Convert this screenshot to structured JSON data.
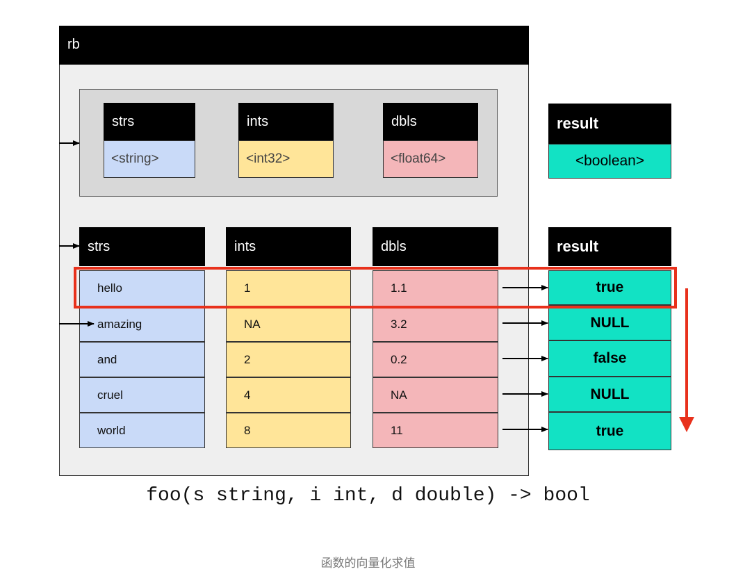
{
  "rb_label": "rb",
  "schema": {
    "columns": [
      {
        "name": "strs",
        "type": "<string>"
      },
      {
        "name": "ints",
        "type": "<int32>"
      },
      {
        "name": "dbls",
        "type": "<float64>"
      }
    ],
    "result": {
      "name": "result",
      "type": "<boolean>"
    }
  },
  "table": {
    "headers": [
      "strs",
      "ints",
      "dbls"
    ],
    "result_header": "result",
    "rows": [
      {
        "strs": "hello",
        "ints": "1",
        "dbls": "1.1",
        "result": "true"
      },
      {
        "strs": "amazing",
        "ints": "NA",
        "dbls": "3.2",
        "result": "NULL"
      },
      {
        "strs": "and",
        "ints": "2",
        "dbls": "0.2",
        "result": "false"
      },
      {
        "strs": "cruel",
        "ints": "4",
        "dbls": "NA",
        "result": "NULL"
      },
      {
        "strs": "world",
        "ints": "8",
        "dbls": "11",
        "result": "true"
      }
    ]
  },
  "signature": "foo(s string, i int, d double) -> bool",
  "caption": "函数的向量化求值",
  "colors": {
    "strs": "#c9daf8",
    "ints": "#ffe599",
    "dbls": "#f4b6b9",
    "result": "#12e2c4",
    "highlight": "#e8311c"
  }
}
